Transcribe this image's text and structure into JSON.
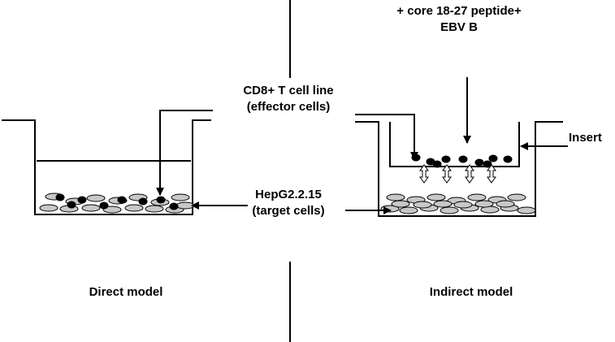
{
  "labels": {
    "peptide_line1": "+ core 18-27 peptide+",
    "peptide_line2": "EBV B",
    "effector_line1": "CD8+ T cell line",
    "effector_line2": "(effector cells)",
    "target_line1": "HepG2.2.15",
    "target_line2": "(target cells)",
    "insert": "Insert",
    "direct_model": "Direct model",
    "indirect_model": "Indirect model"
  },
  "colors": {
    "line": "#000000",
    "target_cell_fill": "#c8c8c8",
    "effector_cell_fill": "#000000",
    "background": "#ffffff"
  },
  "icons": {
    "target_cell": "grey-ellipse",
    "effector_cell": "black-dot",
    "diffusion": "double-headed-hollow-arrow"
  }
}
